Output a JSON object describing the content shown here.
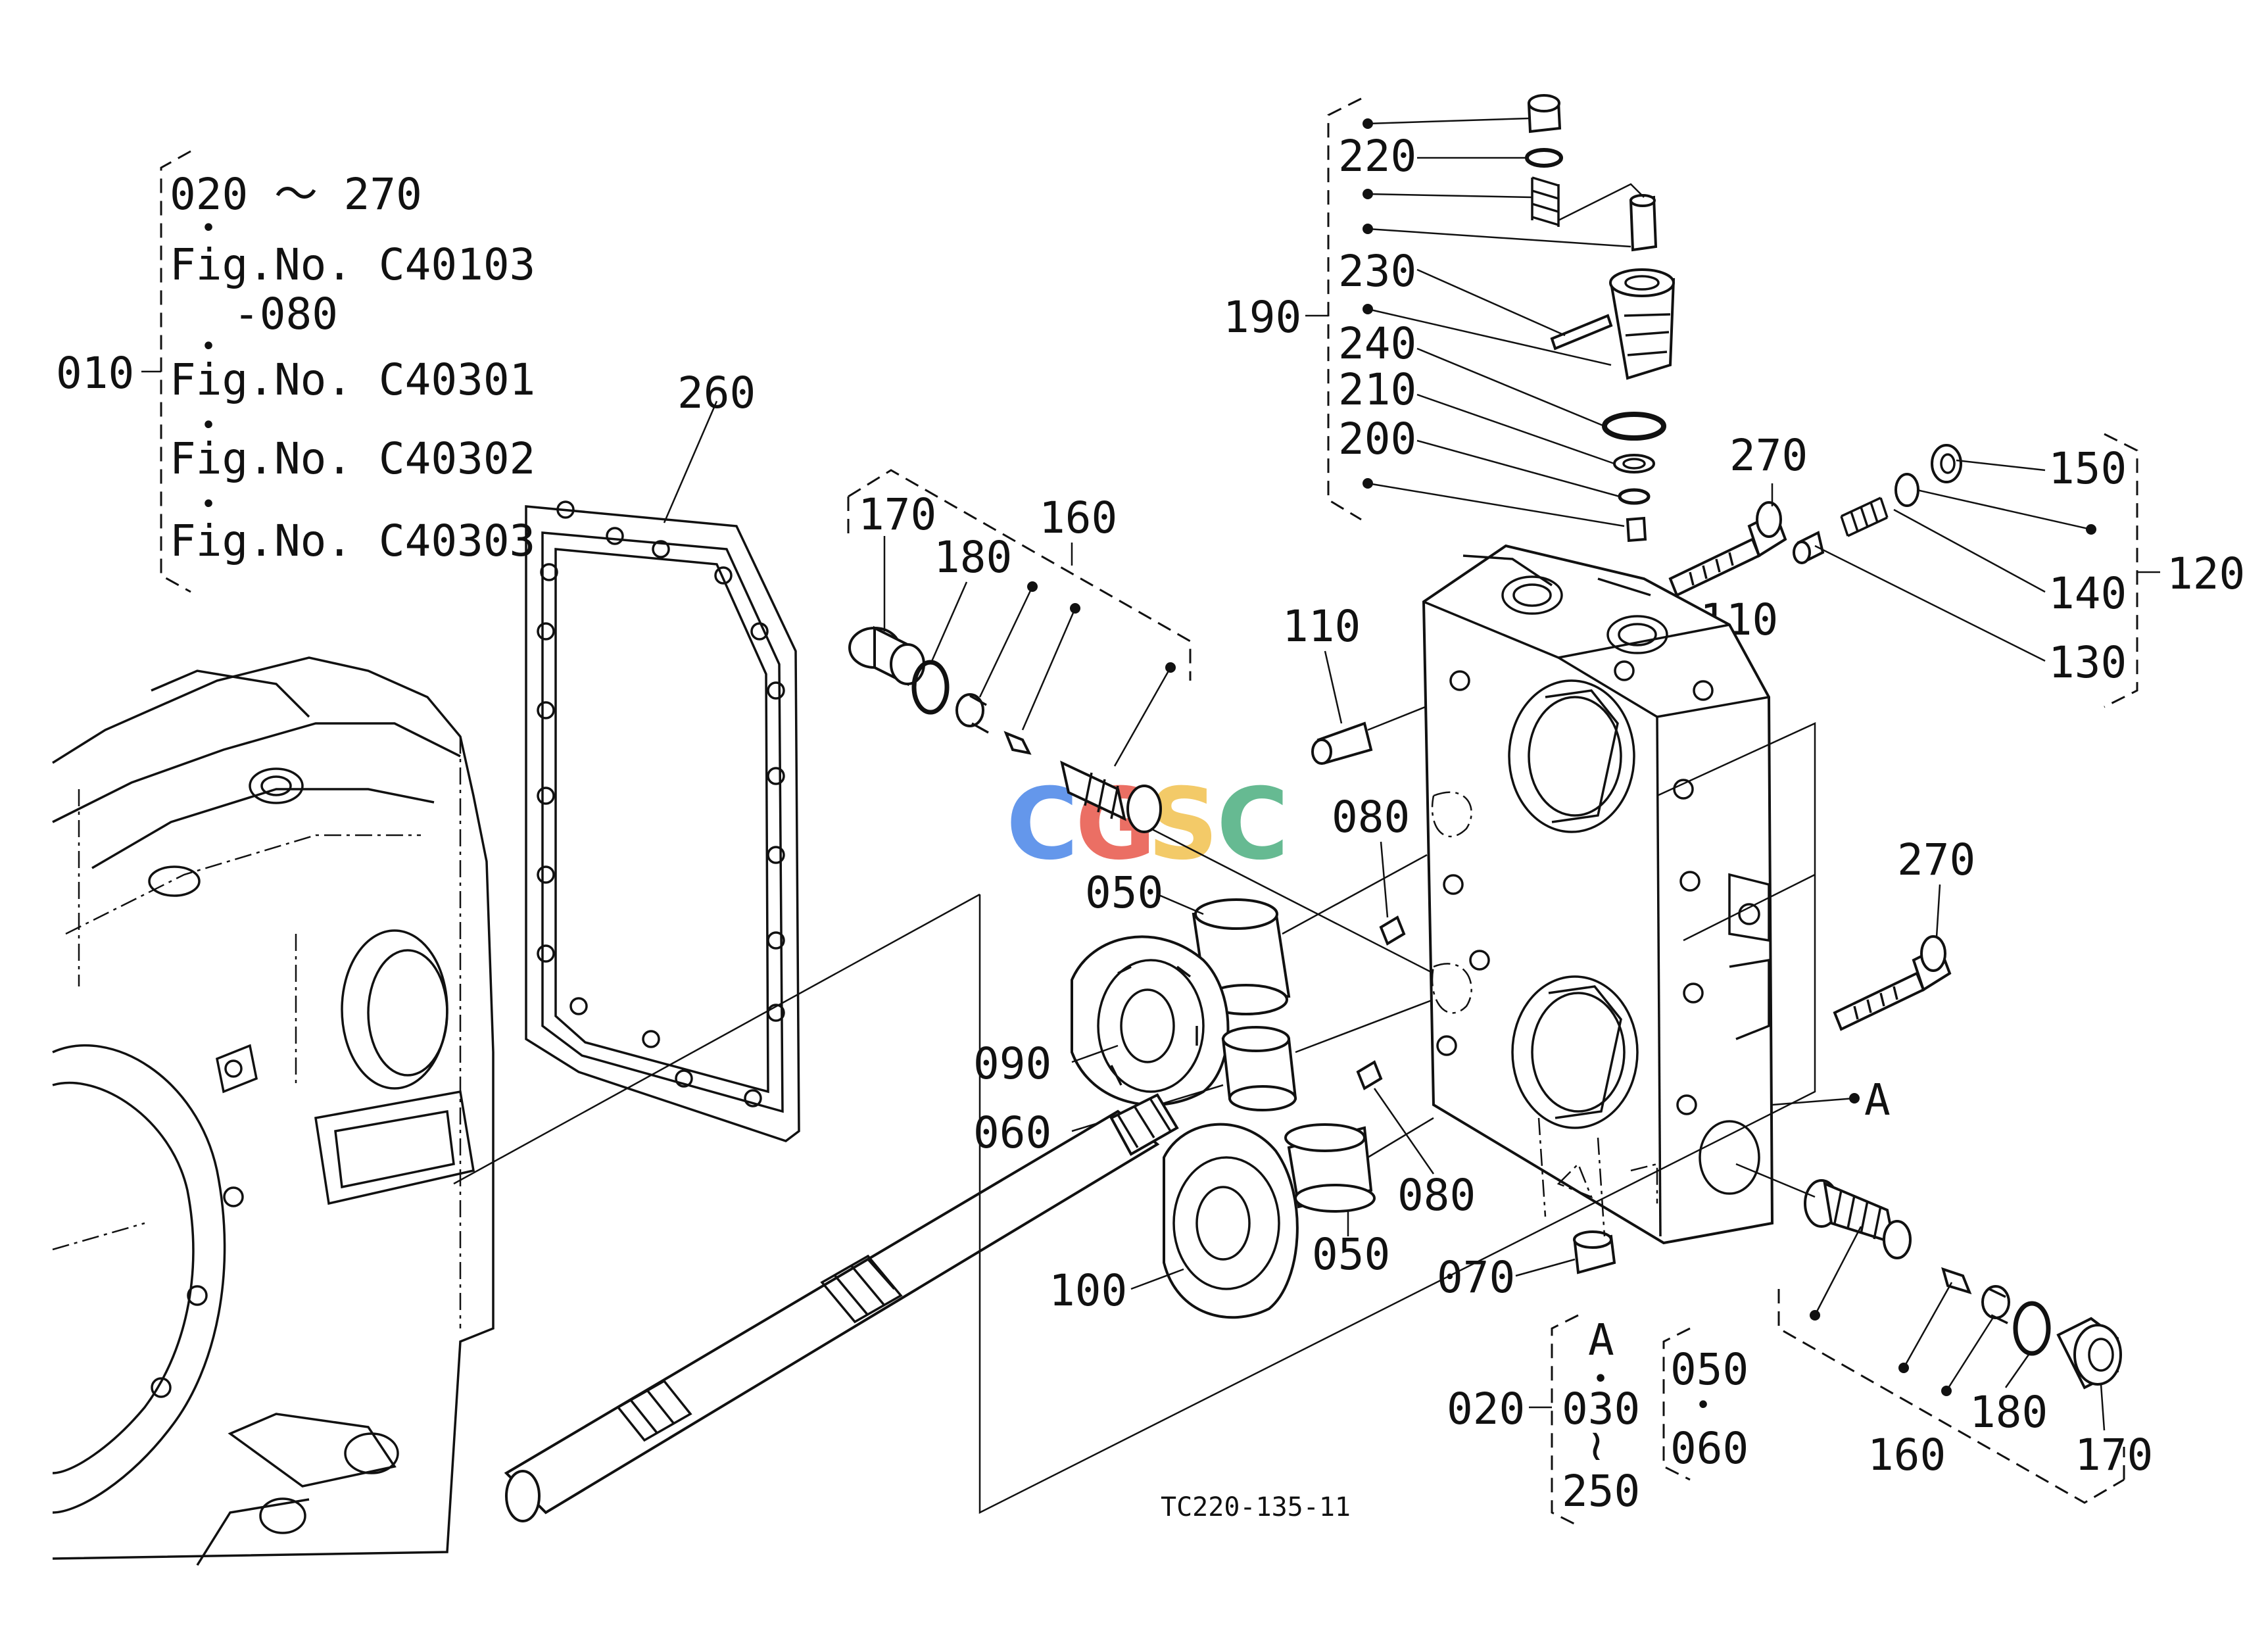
{
  "figure_code": "TC220-135-11",
  "watermark": {
    "letters": [
      "C",
      "G",
      "S",
      "C"
    ],
    "colors": [
      "#4A86E8",
      "#E8564A",
      "#F2C14E",
      "#4CAF80"
    ]
  },
  "reference_block": {
    "lines": [
      "020 ～ 270",
      "Fig.No. C40103",
      "-080",
      "Fig.No. C40301",
      "Fig.No. C40302",
      "Fig.No. C40303"
    ],
    "bullet": "•"
  },
  "labels": {
    "p010": "010",
    "p260": "260",
    "p170_top": "170",
    "p180_top": "180",
    "p160_top": "160",
    "p050_top": "050",
    "p090": "090",
    "p060": "060",
    "p100": "100",
    "p050_bottom": "050",
    "p080_top": "080",
    "p080_bottom": "080",
    "p070": "070",
    "p110_left": "110",
    "p110_right": "110",
    "p190": "190",
    "p220": "220",
    "p230": "230",
    "p240": "240",
    "p210": "210",
    "p200": "200",
    "p270_top": "270",
    "p270_right": "270",
    "p150": "150",
    "p140": "140",
    "p130": "130",
    "p120": "120",
    "pA": "A",
    "p020": "020",
    "g_A": "A",
    "g_030": "030",
    "g_tilde": "≀",
    "g_250": "250",
    "g_050": "050",
    "g_060": "060",
    "g_bullet": "•",
    "p180_bottom": "180",
    "p170_bottom": "170",
    "p160_bottom": "160"
  }
}
